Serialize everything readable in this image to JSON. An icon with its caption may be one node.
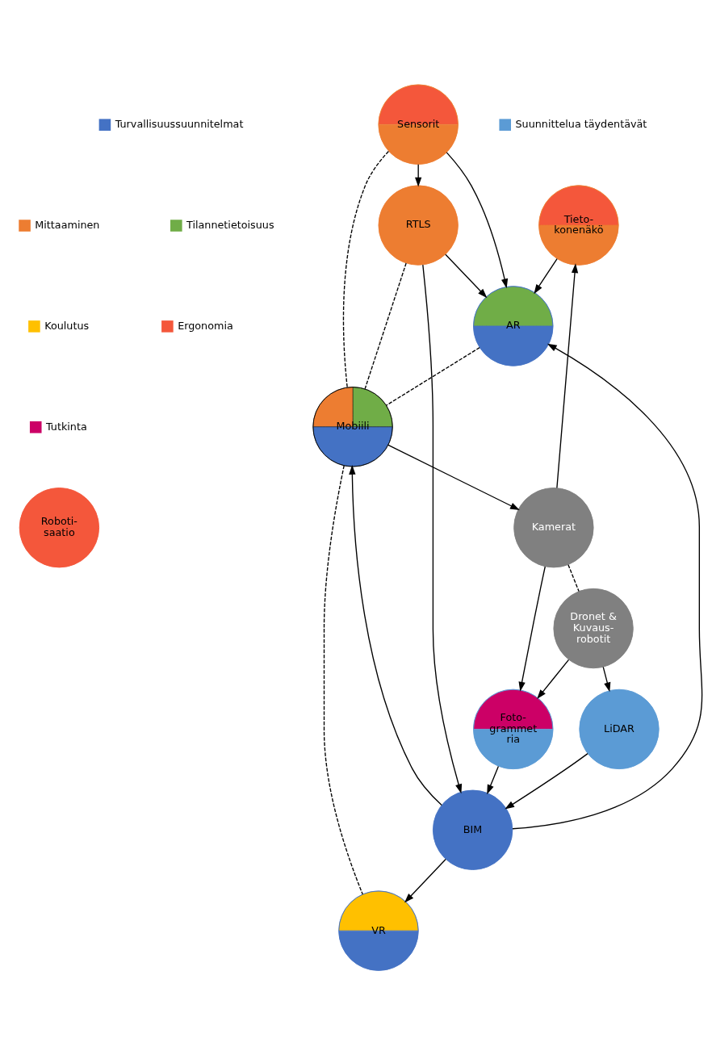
{
  "diagram": {
    "nodes": [
      {
        "text": [
          "Roboti- saatio"
        ]
      },
      {
        "text": [
          "Tieto- konenäkö"
        ]
      },
      {
        "text": [
          "Sensorit"
        ]
      },
      {
        "text": [
          "Kamerat"
        ]
      },
      {
        "text": [
          "Dronet & Kuvaus- robotit"
        ]
      },
      {
        "text": [
          "Foto- grammet ria"
        ]
      },
      {
        "text": [
          "AR"
        ]
      },
      {
        "text": [
          "Mobiili"
        ]
      },
      {
        "text": [
          "LiDAR"
        ]
      },
      {
        "text": [
          "RTLS"
        ]
      },
      {
        "text": [
          "BIM"
        ]
      },
      {
        "text": [
          "VR"
        ]
      }
    ],
    "edges": [
      {
        "from": 3,
        "to": 1,
        "arrow": "to"
      },
      {
        "from": 1,
        "to": 6,
        "arrow": "to"
      },
      {
        "from": 3,
        "to": 4,
        "arrow": "none",
        "style": "dashed"
      },
      {
        "from": 4,
        "to": 5,
        "arrow": "to"
      },
      {
        "from": 3,
        "to": 5,
        "arrow": "to"
      },
      {
        "from": 4,
        "to": 8,
        "arrow": "to"
      },
      {
        "from": 2,
        "to": 6,
        "arrow": "to"
      },
      {
        "from": 2,
        "to": 9,
        "arrow": "to"
      },
      {
        "from": 2,
        "to": 7,
        "arrow": "none",
        "style": "dashed"
      },
      {
        "from": 6,
        "to": 7,
        "arrow": "none",
        "style": "dashed"
      },
      {
        "from": 9,
        "to": 6,
        "arrow": "to"
      },
      {
        "from": 9,
        "to": 7,
        "arrow": "none",
        "style": "dashed"
      },
      {
        "from": 7,
        "to": 3,
        "arrow": "to"
      },
      {
        "from": 5,
        "to": 10,
        "arrow": "to"
      },
      {
        "from": 8,
        "to": 10,
        "arrow": "to"
      },
      {
        "from": 7,
        "to": 11,
        "arrow": "none",
        "style": "dashed"
      },
      {
        "from": 9,
        "to": 10,
        "arrow": "to"
      },
      {
        "from": 10,
        "to": 7,
        "arrow": "to"
      },
      {
        "from": 10,
        "to": 6,
        "arrow": "to"
      },
      {
        "from": 10,
        "to": 11,
        "arrow": "to"
      }
    ],
    "legend": [
      {
        "text": "Turvallisuussuunnitelmat",
        "color": "#4472c4"
      },
      {
        "text": "Suunnittelua täydentävät",
        "color": "#5b9bd5"
      },
      {
        "text": "Mittaaminen",
        "color": "#ed7d31"
      },
      {
        "text": "Tilannetietoisuus",
        "color": "#70ad47"
      },
      {
        "text": "Koulutus",
        "color": "#ffc000"
      },
      {
        "text": "Ergonomia",
        "color": "#f4573b"
      },
      {
        "text": "Tutkinta",
        "color": "#cc0066"
      }
    ]
  }
}
